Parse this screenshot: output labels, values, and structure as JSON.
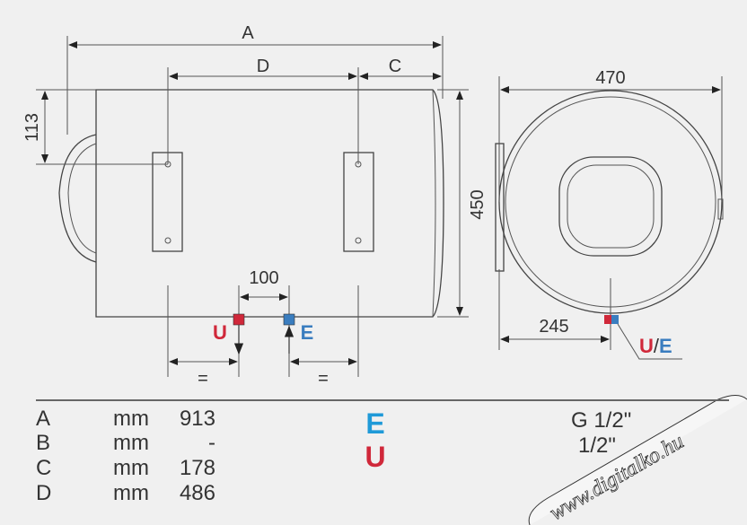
{
  "colors": {
    "outlet_red": "#d0283a",
    "inlet_blue": "#1f9ad8",
    "marker_blue": "#3a7dbf",
    "line": "#444444",
    "background": "#f0f0f0"
  },
  "side_view": {
    "dim_A": "A",
    "dim_D": "D",
    "dim_C": "C",
    "dim_113": "113",
    "dim_450": "450",
    "dim_100": "100",
    "equal_left": "=",
    "equal_right": "=",
    "outlet_label": "U",
    "inlet_label": "E"
  },
  "end_view": {
    "dim_470": "470",
    "dim_245": "245",
    "ue_u": "U",
    "ue_slash": "/",
    "ue_e": "E"
  },
  "table": {
    "rows": [
      {
        "letter": "A",
        "unit": "mm",
        "value": "913"
      },
      {
        "letter": "B",
        "unit": "mm",
        "value": "-"
      },
      {
        "letter": "C",
        "unit": "mm",
        "value": "178"
      },
      {
        "letter": "D",
        "unit": "mm",
        "value": "486"
      }
    ],
    "connections": [
      {
        "code": "E",
        "thread": "G 1/2\""
      },
      {
        "code": "U",
        "thread": "1/2\""
      }
    ]
  },
  "watermark": "www.digitalko.hu"
}
